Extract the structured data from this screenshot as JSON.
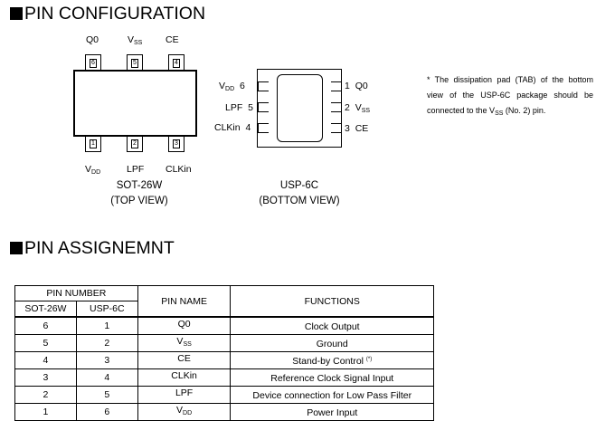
{
  "section1": {
    "title": "PIN CONFIGURATION"
  },
  "section2": {
    "title": "PIN ASSIGNEMNT"
  },
  "sot26w": {
    "top_pins": [
      {
        "number": "6",
        "label": "Q0",
        "sub": ""
      },
      {
        "number": "5",
        "label": "V",
        "sub": "SS"
      },
      {
        "number": "4",
        "label": "CE",
        "sub": ""
      }
    ],
    "bottom_pins": [
      {
        "number": "1",
        "label": "V",
        "sub": "DD"
      },
      {
        "number": "2",
        "label": "LPF",
        "sub": ""
      },
      {
        "number": "3",
        "label": "CLKin",
        "sub": ""
      }
    ],
    "caption_name": "SOT-26W",
    "caption_view": "(TOP VIEW)"
  },
  "usp6c": {
    "left_pins": [
      {
        "number": "6",
        "label": "V",
        "sub": "DD"
      },
      {
        "number": "5",
        "label": "LPF",
        "sub": ""
      },
      {
        "number": "4",
        "label": "CLKin",
        "sub": ""
      }
    ],
    "right_pins": [
      {
        "number": "1",
        "label": "Q0",
        "sub": ""
      },
      {
        "number": "2",
        "label": "V",
        "sub": "SS"
      },
      {
        "number": "3",
        "label": "CE",
        "sub": ""
      }
    ],
    "caption_name": "USP-6C",
    "caption_view": "(BOTTOM VIEW)"
  },
  "note": {
    "part1": "* The dissipation pad (TAB) of the bottom view of the USP-6C package should be connected to the V",
    "sub": "SS",
    "part2": " (No. 2) pin."
  },
  "table": {
    "headers": {
      "pin_number": "PIN NUMBER",
      "sot": "SOT-26W",
      "usp": "USP-6C",
      "pin_name": "PIN NAME",
      "functions": "FUNCTIONS"
    },
    "rows": [
      {
        "sot": "6",
        "usp": "1",
        "name": "Q0",
        "name_sub": "",
        "function": "Clock Output",
        "note": ""
      },
      {
        "sot": "5",
        "usp": "2",
        "name": "V",
        "name_sub": "SS",
        "function": "Ground",
        "note": ""
      },
      {
        "sot": "4",
        "usp": "3",
        "name": "CE",
        "name_sub": "",
        "function": "Stand-by Control ",
        "note": "(*)"
      },
      {
        "sot": "3",
        "usp": "4",
        "name": "CLKin",
        "name_sub": "",
        "function": "Reference Clock Signal Input",
        "note": ""
      },
      {
        "sot": "2",
        "usp": "5",
        "name": "LPF",
        "name_sub": "",
        "function": "Device connection for Low Pass Filter",
        "note": ""
      },
      {
        "sot": "1",
        "usp": "6",
        "name": "V",
        "name_sub": "DD",
        "function": "Power Input",
        "note": ""
      }
    ]
  }
}
